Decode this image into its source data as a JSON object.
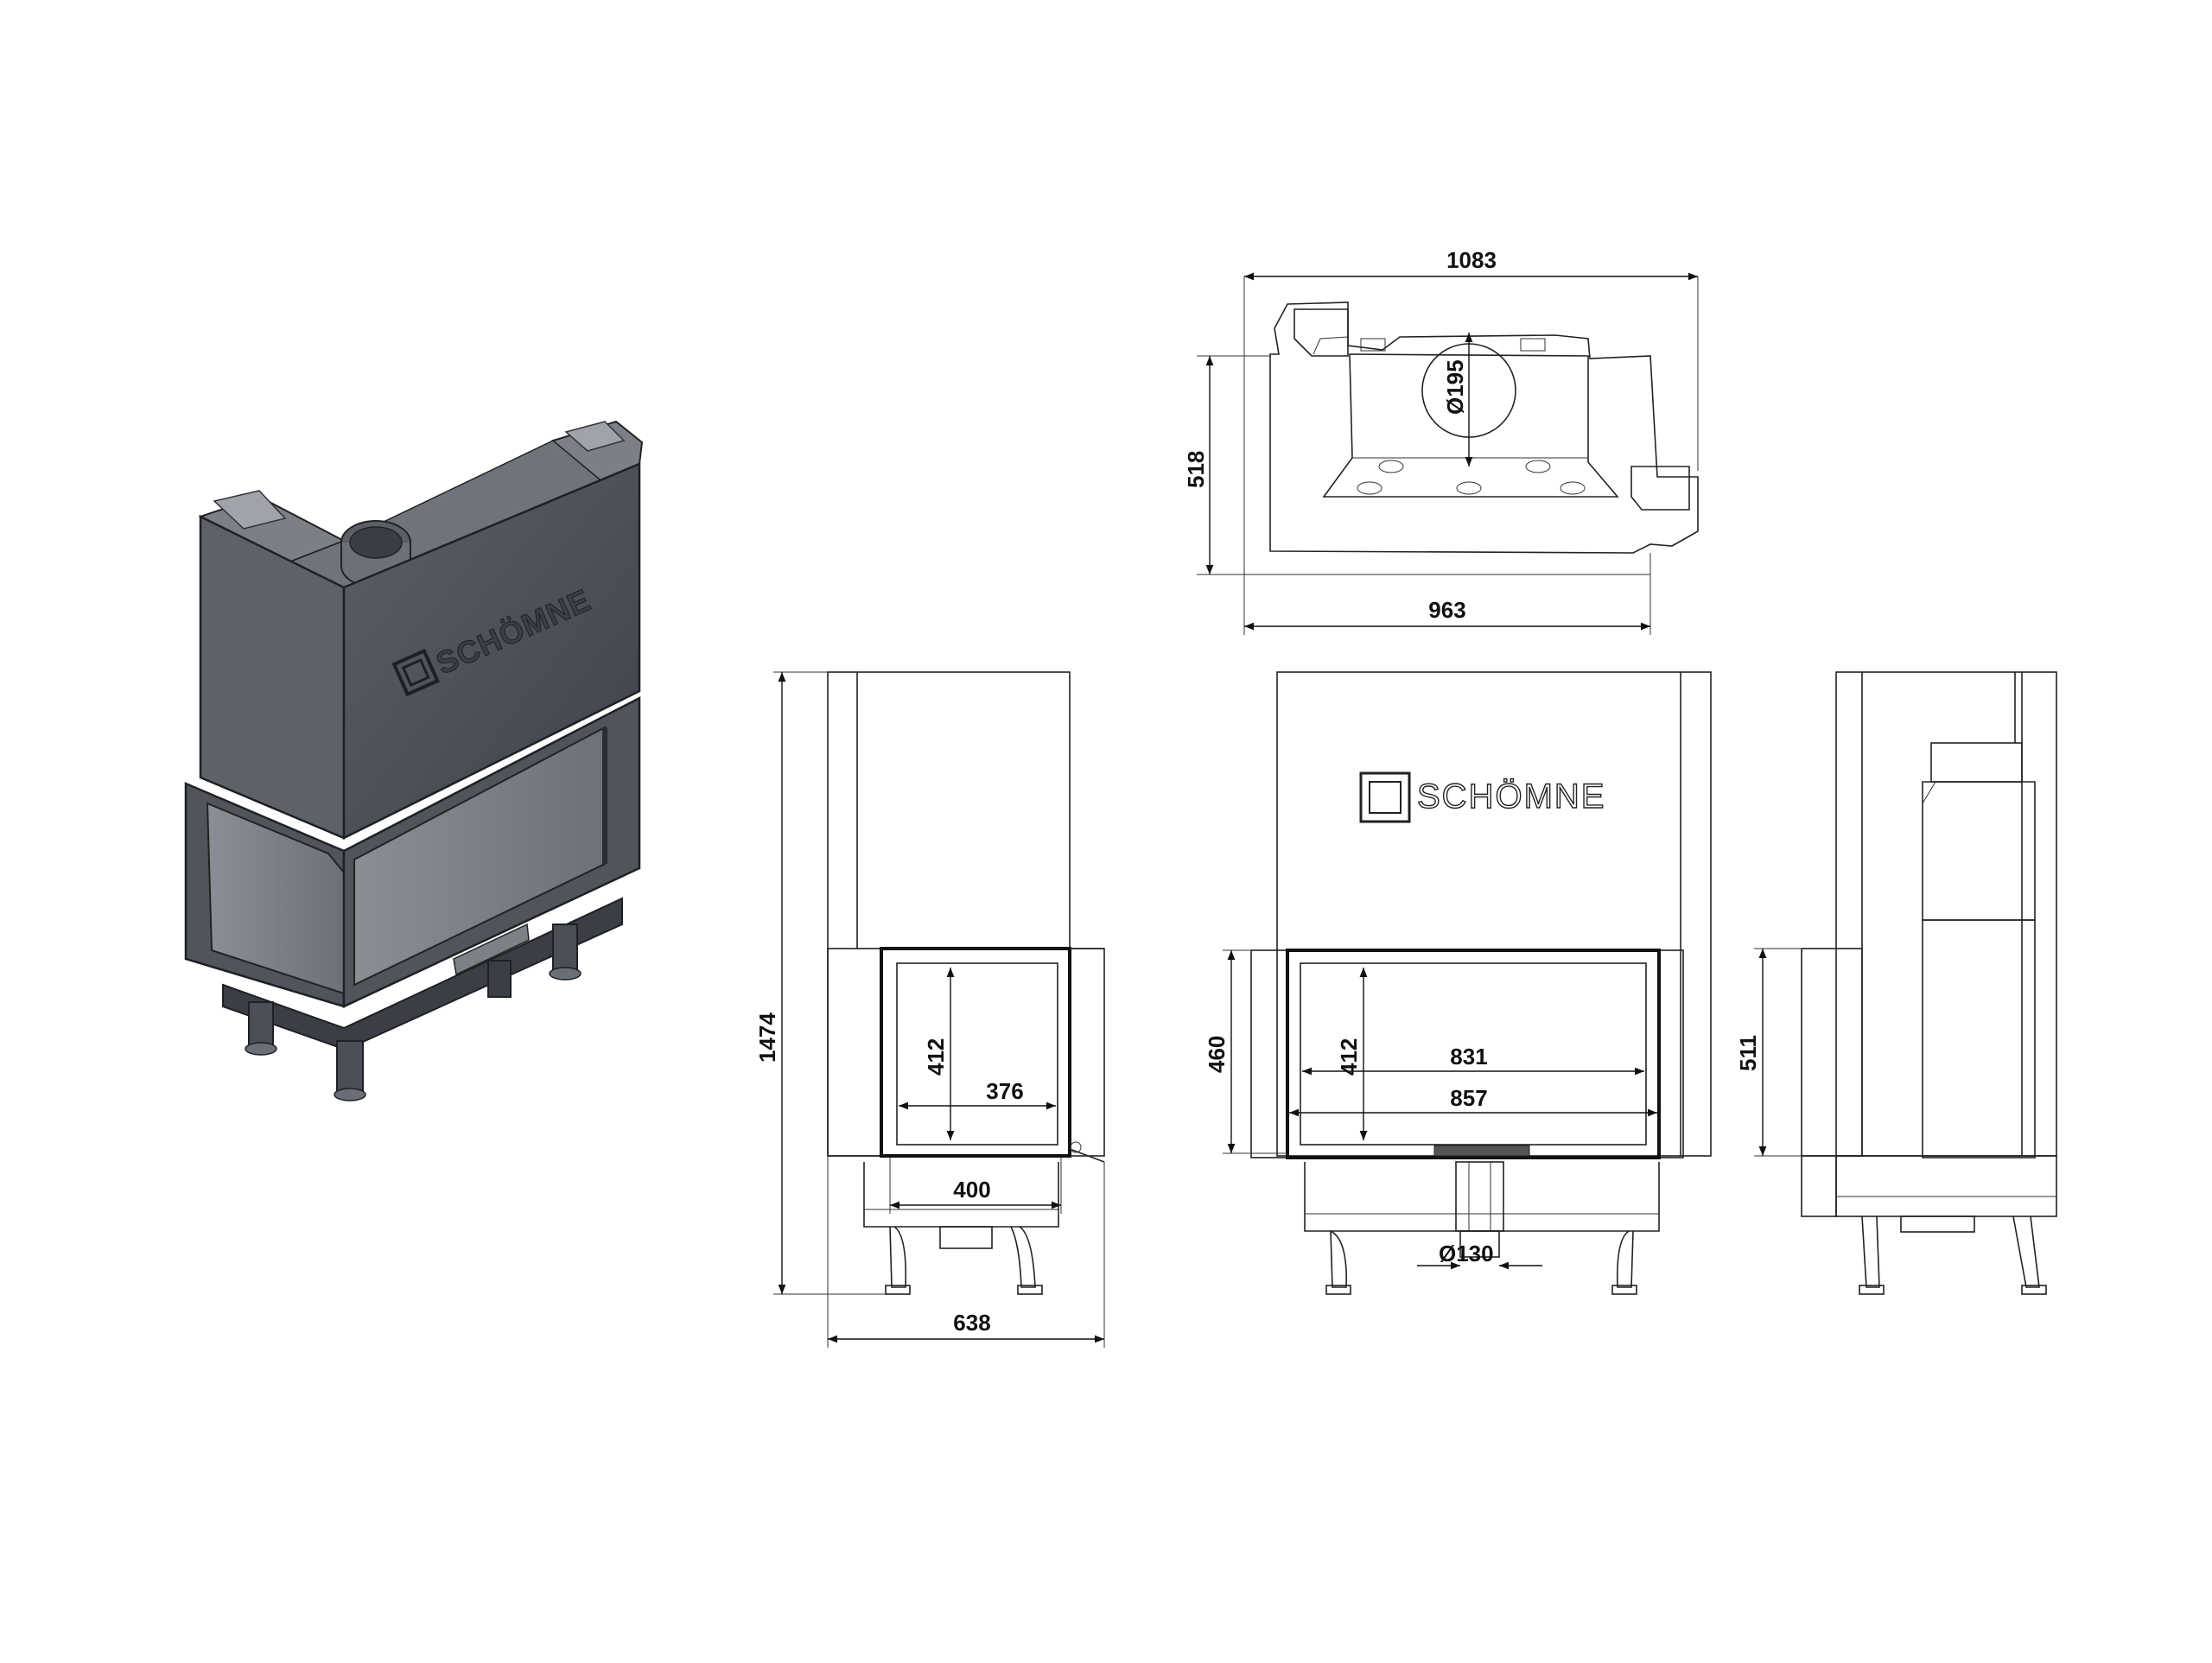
{
  "brand": {
    "name": "SCHÖMNE"
  },
  "dimensions": {
    "top_width_total": "1083",
    "top_depth": "518",
    "top_width_base": "963",
    "flue_top_diameter": "Ø195",
    "side_height_total": "1474",
    "side_glass_height": "412",
    "side_glass_width": "376",
    "side_door_width": "400",
    "side_total_width": "638",
    "front_opening_height": "460",
    "front_glass_height": "412",
    "front_glass_width": "831",
    "front_door_width": "857",
    "front_air_inlet": "Ø130",
    "right_side_height": "511"
  },
  "colors": {
    "body_dark": "#4a4e55",
    "body_mid": "#6b7078",
    "body_light": "#8c9098",
    "line": "#222222"
  }
}
